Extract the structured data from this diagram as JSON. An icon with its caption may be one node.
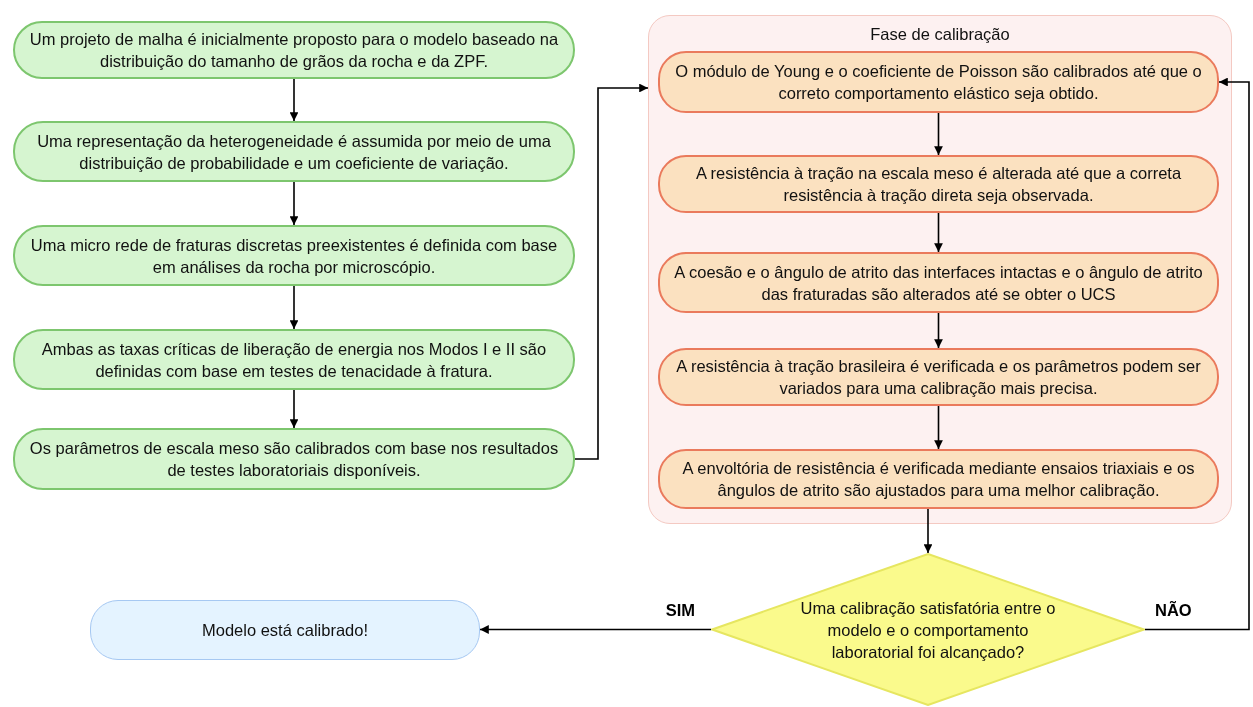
{
  "diagram": {
    "nodes": [
      {
        "text": [
          "Um projeto de malha é inicialmente proposto para o modelo baseado na distribuição do tamanho de grãos da rocha e da ZPF."
        ]
      },
      {
        "text": [
          "Uma representação da heterogeneidade é assumida por meio de uma distribuição de probabilidade e um coeficiente de variação."
        ]
      },
      {
        "text": [
          "Uma micro rede de fraturas discretas preexistentes é definida com base em análises da rocha por microscópio."
        ]
      },
      {
        "text": [
          "Ambas as taxas críticas de liberação de energia nos Modos I e II são definidas com base em testes de tenacidade à fratura."
        ]
      },
      {
        "text": [
          "Os parâmetros de escala meso são calibrados com base nos resultados de testes laboratoriais disponíveis."
        ]
      },
      {
        "text": [
          "Fase de calibração"
        ]
      },
      {
        "text": [
          "O módulo de Young e o coeficiente de Poisson são calibrados até que o correto comportamento elástico seja obtido."
        ],
        "in": 5
      },
      {
        "text": [
          "A resistência à tração na escala meso é alterada até que a correta resistência à tração direta seja observada."
        ],
        "in": 5
      },
      {
        "text": [
          "A coesão e o ângulo de atrito das interfaces intactas e o ângulo de atrito das fraturadas são alterados até se obter o UCS"
        ],
        "in": 5
      },
      {
        "text": [
          "A resistência à tração brasileira é verificada e os parâmetros podem ser variados para uma calibração mais precisa."
        ],
        "in": 5
      },
      {
        "text": [
          "A envoltória de resistência é verificada mediante ensaios triaxiais e os ângulos de atrito são ajustados para uma melhor calibração."
        ],
        "in": 5
      },
      {
        "text": [
          "Uma calibração satisfatória entre o modelo e o comportamento laboratorial foi alcançado?"
        ]
      },
      {
        "text": [
          "Modelo está calibrado!"
        ]
      }
    ],
    "edges": [
      {
        "from": 0,
        "to": 1,
        "arrow": "to"
      },
      {
        "from": 1,
        "to": 2,
        "arrow": "to"
      },
      {
        "from": 2,
        "to": 3,
        "arrow": "to"
      },
      {
        "from": 3,
        "to": 4,
        "arrow": "to"
      },
      {
        "from": 4,
        "to": 5,
        "arrow": "to"
      },
      {
        "from": 6,
        "to": 7,
        "arrow": "to"
      },
      {
        "from": 7,
        "to": 8,
        "arrow": "to"
      },
      {
        "from": 8,
        "to": 9,
        "arrow": "to"
      },
      {
        "from": 9,
        "to": 10,
        "arrow": "to"
      },
      {
        "from": 10,
        "to": 11,
        "arrow": "to"
      },
      {
        "from": 11,
        "to": 12,
        "arrow": "to",
        "label": "SIM"
      },
      {
        "from": 11,
        "to": 6,
        "arrow": "to",
        "label": "NÃO"
      }
    ]
  }
}
